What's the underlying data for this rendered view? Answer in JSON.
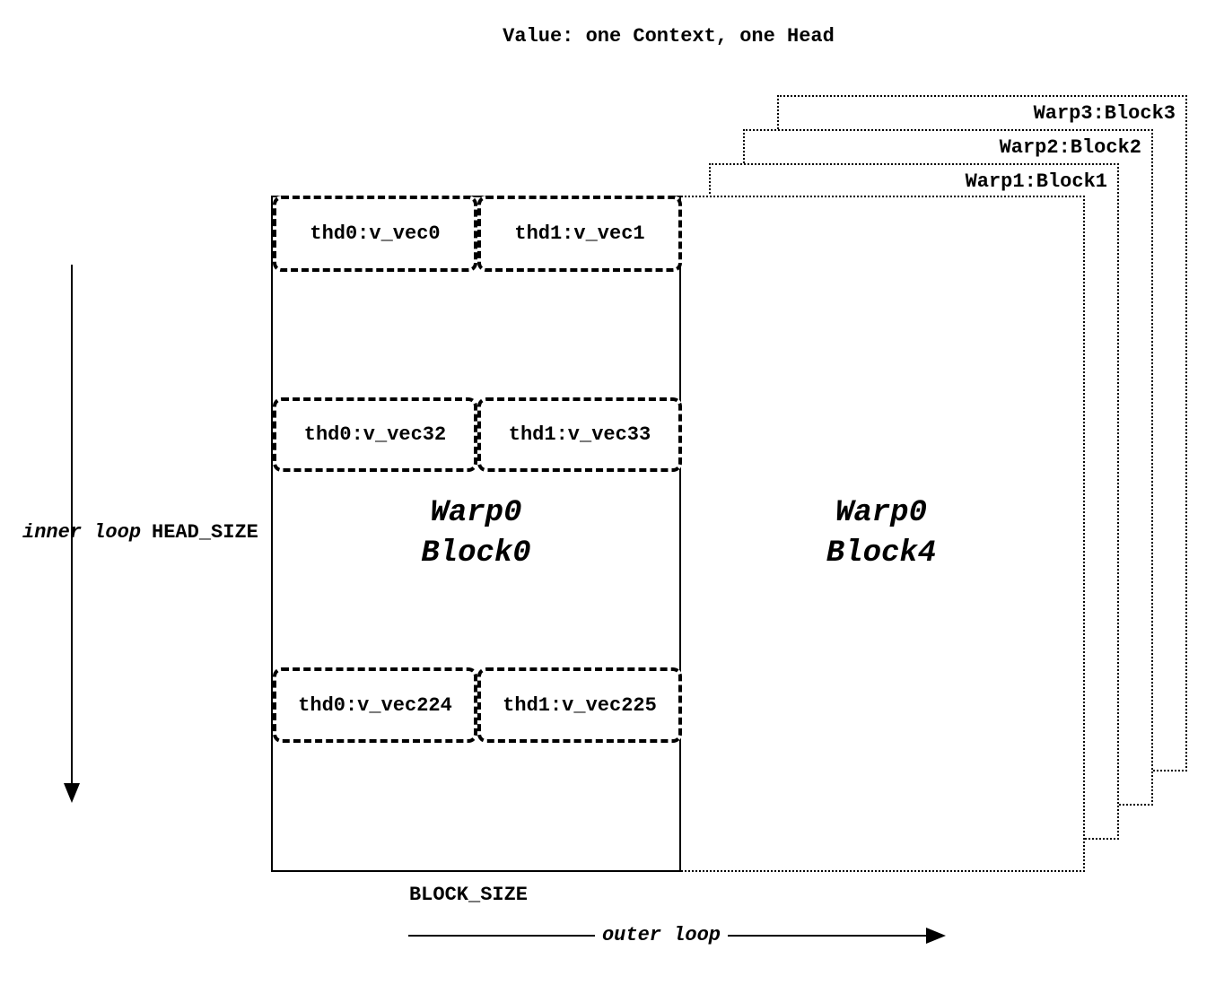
{
  "title": "Value: one Context, one Head",
  "block0": {
    "name_line1": "Warp0",
    "name_line2": "Block0",
    "thread_rows": [
      {
        "left": "thd0:v_vec0",
        "right": "thd1:v_vec1"
      },
      {
        "left": "thd0:v_vec32",
        "right": "thd1:v_vec33"
      },
      {
        "left": "thd0:v_vec224",
        "right": "thd1:v_vec225"
      }
    ]
  },
  "block4": {
    "name_line1": "Warp0",
    "name_line2": "Block4"
  },
  "stacked_blocks": [
    {
      "label": "Warp1:Block1"
    },
    {
      "label": "Warp2:Block2"
    },
    {
      "label": "Warp3:Block3"
    }
  ],
  "annotations": {
    "inner_loop": "inner loop",
    "head_size": "HEAD_SIZE",
    "block_size": "BLOCK_SIZE",
    "outer_loop": "outer loop"
  },
  "colors": {
    "ink": "#000000",
    "background": "#ffffff"
  }
}
